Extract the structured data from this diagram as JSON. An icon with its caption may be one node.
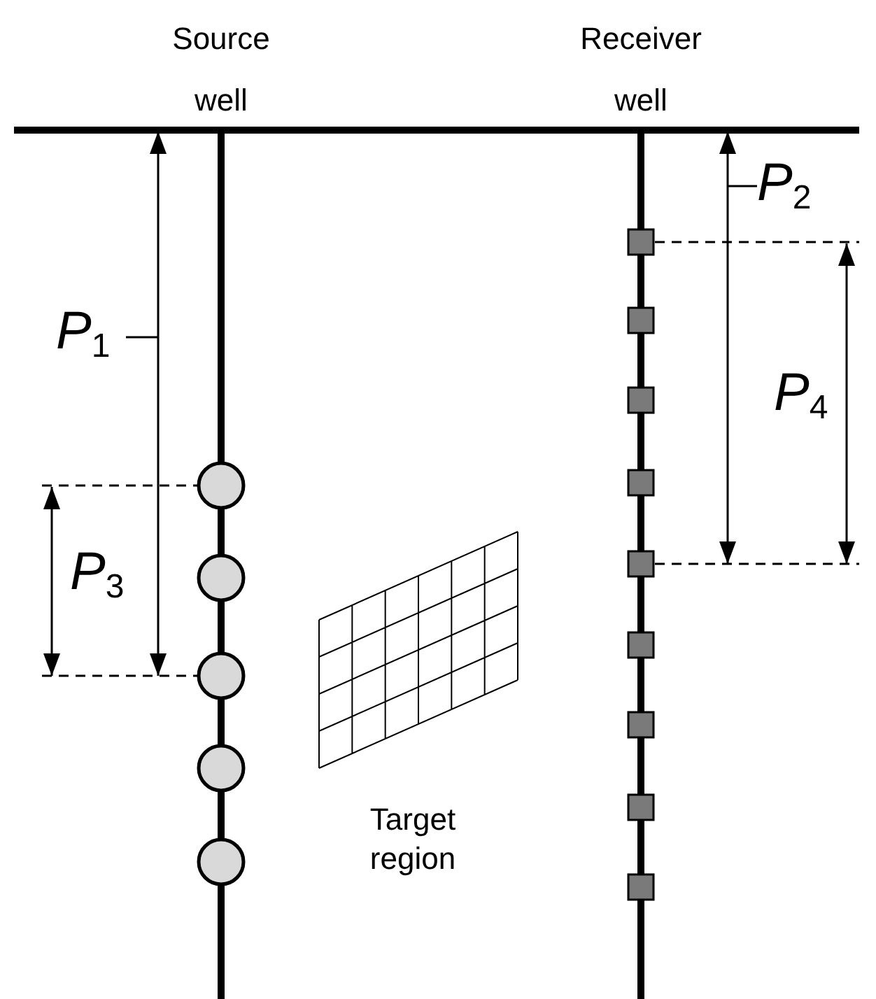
{
  "diagram": {
    "nodes": [
      {
        "text": [
          "*P*$_{1}$"
        ]
      },
      {
        "text": [
          "*P*$_{2}$"
        ]
      },
      {
        "text": [
          "Target region"
        ]
      }
    ],
    "edges": [
      {
        "from": 0,
        "to": null,
        "arrow": "none"
      },
      {
        "from": 1,
        "to": null,
        "arrow": "none"
      }
    ],
    "labels": [
      "Source well",
      "Receiver well",
      "*P*$_{3}$",
      "*P*$_{4}$"
    ]
  }
}
